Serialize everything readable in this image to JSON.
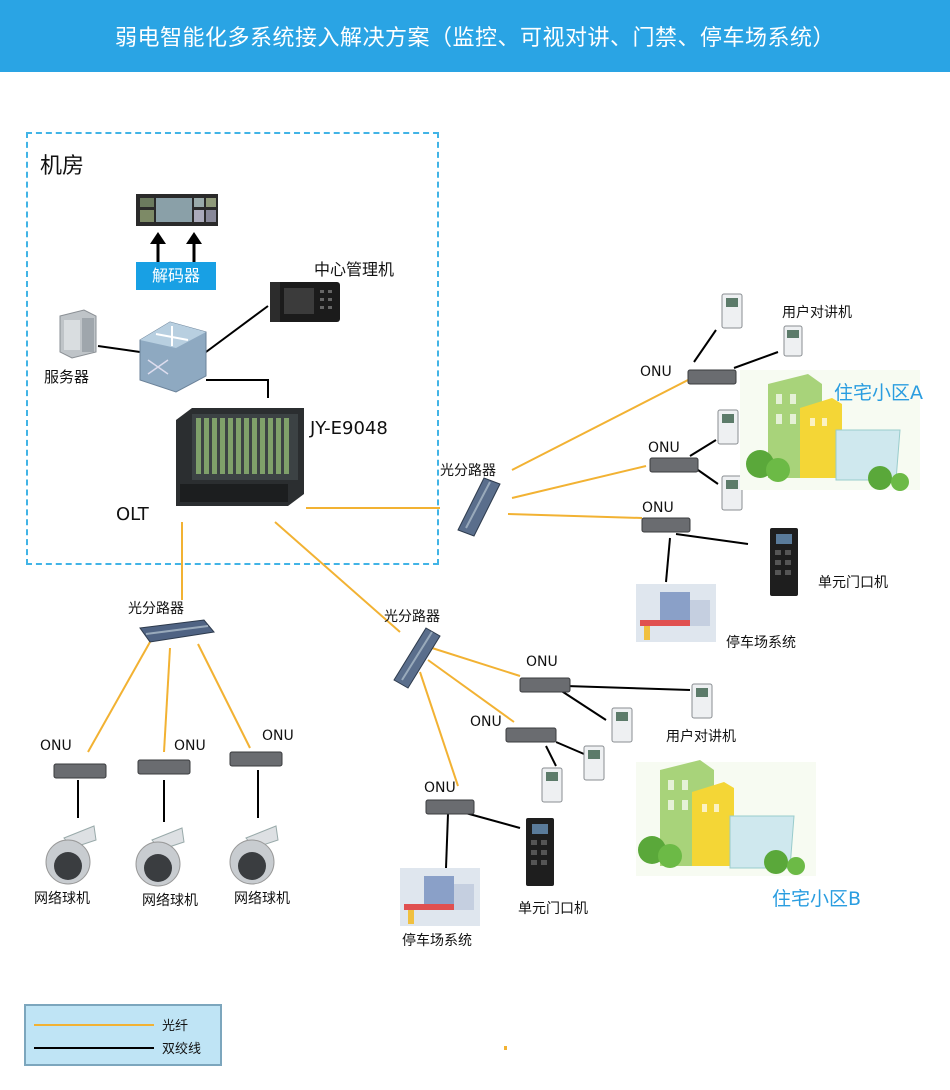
{
  "header": {
    "title": "弱电智能化多系统接入解决方案（监控、可视对讲、门禁、停车场系统）"
  },
  "machine_room": {
    "title": "机房",
    "decoder": "解码器",
    "server": "服务器",
    "central_manager": "中心管理机",
    "model": "JY-E9048",
    "olt": "OLT"
  },
  "splitter": "光分路器",
  "onu": "ONU",
  "devices": {
    "dome_camera": "网络球机",
    "user_intercom": "用户对讲机",
    "unit_door": "单元门口机",
    "parking": "停车场系统"
  },
  "estates": {
    "a": "住宅小区A",
    "b": "住宅小区B"
  },
  "legend": {
    "fiber": "光纤",
    "twisted_pair": "双绞线",
    "fiber_color": "#f2b233",
    "twisted_color": "#000000"
  },
  "colors": {
    "header_bg": "#2aa4e4",
    "room_border": "#41b4e6",
    "estate_text": "#2a9de0"
  }
}
